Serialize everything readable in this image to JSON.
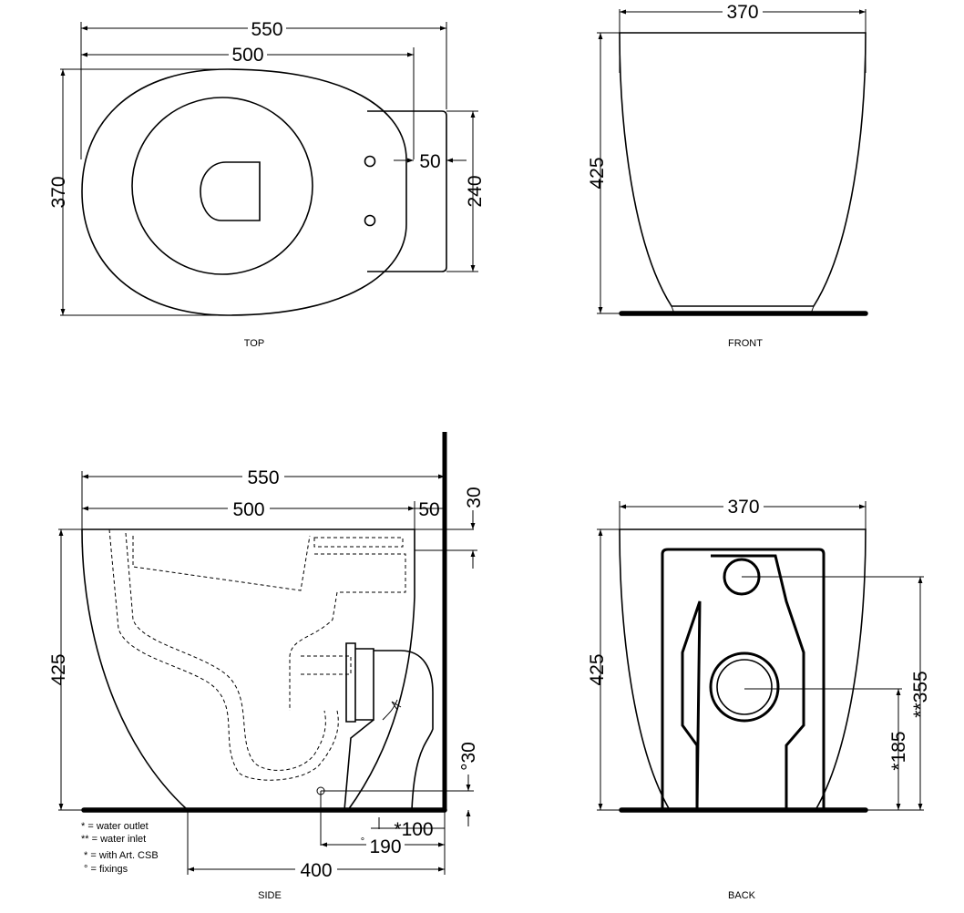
{
  "views": {
    "top": {
      "caption": "TOP",
      "dims": {
        "overall_length": "550",
        "bowl_length": "500",
        "width": "370",
        "flange_height": "240",
        "flange_depth": "50"
      }
    },
    "front": {
      "caption": "FRONT",
      "dims": {
        "width": "370",
        "height": "425"
      }
    },
    "side": {
      "caption": "SIDE",
      "dims": {
        "overall_length": "550",
        "bowl_length": "500",
        "wall_gap": "50",
        "top_offset": "30",
        "height": "425",
        "fixing_height": "°30",
        "outlet_distance": "*100",
        "fixing_distance": "190",
        "fixing_mark": "°",
        "foot_distance": "400"
      },
      "legend": [
        "* = water outlet",
        "** = water inlet",
        " * = with Art. CSB",
        " ° = fixings"
      ]
    },
    "back": {
      "caption": "BACK",
      "dims": {
        "width": "370",
        "height": "425",
        "inlet_height": "**355",
        "outlet_height": "*185"
      }
    }
  }
}
